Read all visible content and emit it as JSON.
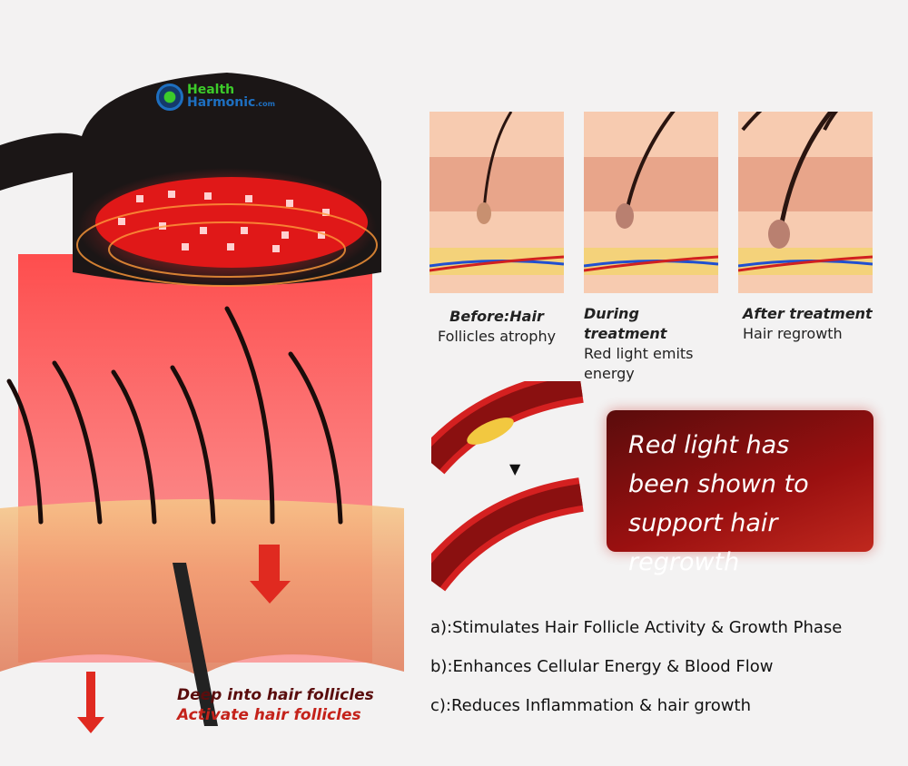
{
  "logo": {
    "line1": "Health",
    "line2": "Harmonic",
    "suffix": ".com"
  },
  "stages": [
    {
      "title": "Before:Hair",
      "desc": "Follicles atrophy"
    },
    {
      "title": "During treatment",
      "desc": "Red light emits energy"
    },
    {
      "title": "After treatment",
      "desc": "Hair regrowth"
    }
  ],
  "arrow": "▼",
  "callout": "Red light has been shown to support hair regrowth",
  "benefits": [
    "a):Stimulates Hair Follicle Activity & Growth Phase",
    "b):Enhances Cellular Energy & Blood Flow",
    "c):Reduces Inflammation & hair growth"
  ],
  "follicle_labels": {
    "line1": "Deep into hair follicles",
    "line2": "Activate hair follicles"
  },
  "colors": {
    "red": "#c4221a",
    "dark_red": "#5a0d0d",
    "logo_green": "#3ccb2a",
    "logo_blue": "#1e6fc0"
  }
}
